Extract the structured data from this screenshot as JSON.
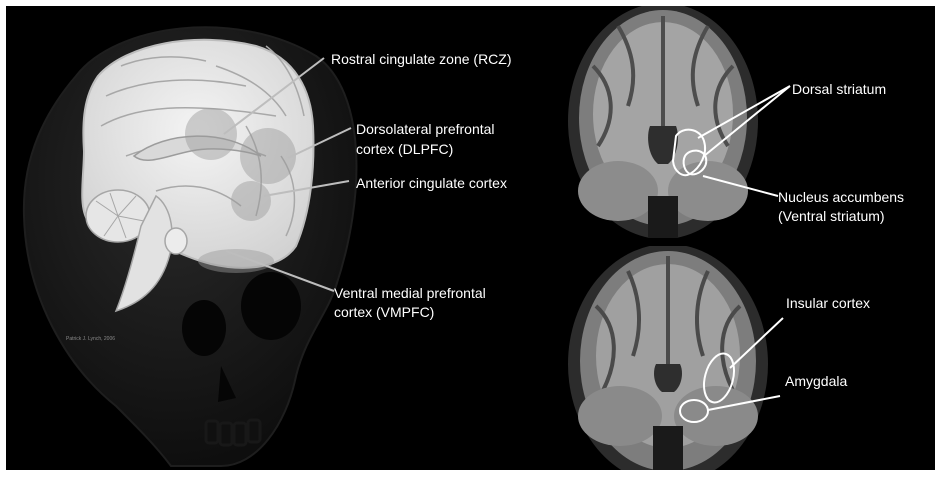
{
  "labels": {
    "rcz": "Rostral cingulate zone (RCZ)",
    "dlpfc_line1": "Dorsolateral prefrontal",
    "dlpfc_line2": "cortex (DLPFC)",
    "acc": "Anterior cingulate cortex",
    "vmpfc_line1": "Ventral medial prefrontal",
    "vmpfc_line2": "cortex (VMPFC)",
    "dorsal_striatum": "Dorsal striatum",
    "nucleus_accumbens_line1": "Nucleus accumbens",
    "nucleus_accumbens_line2": "(Ventral striatum)",
    "insular_cortex": "Insular cortex",
    "amygdala": "Amygdala"
  },
  "credit": "Patrick J. Lynch, 2006",
  "colors": {
    "background": "#000000",
    "frame": "#ffffff",
    "label_text": "#ffffff",
    "leader_line": "#bdbdbd",
    "highlight_region": "#9a9a9a"
  },
  "panels": {
    "left": "sagittal-brain-illustration-with-skull",
    "right_top": "coronal-mri-striatum",
    "right_bottom": "coronal-mri-insula-amygdala"
  }
}
